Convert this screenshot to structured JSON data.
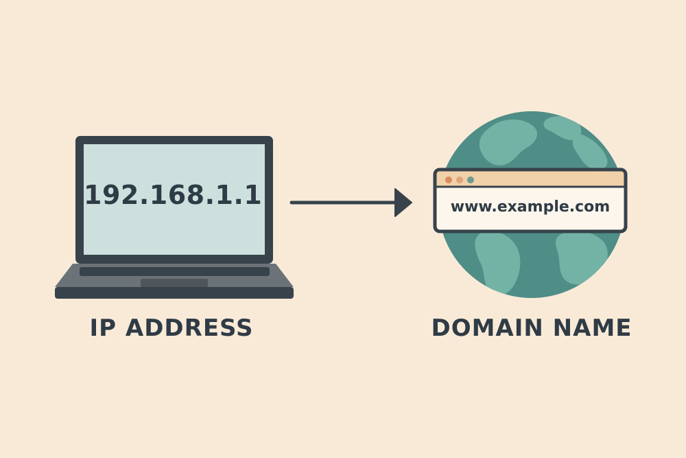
{
  "diagram": {
    "left_node": {
      "icon": "laptop-icon",
      "screen_text": "192.168.1.1",
      "caption": "IP ADDRESS"
    },
    "connector": {
      "icon": "arrow-right-icon",
      "direction": "left-to-right"
    },
    "right_node": {
      "icon": "globe-icon",
      "window_icon": "browser-window-icon",
      "url_text": "www.example.com",
      "caption": "DOMAIN NAME"
    }
  },
  "colors": {
    "background": "#f9ead8",
    "outline": "#37424b",
    "screen": "#cde0dd",
    "laptop_base": "#6b7378",
    "globe_ocean": "#4f8d87",
    "globe_land": "#73b3a6",
    "browser_bar": "#f0d1aa",
    "dot_1": "#d98a5f",
    "dot_2": "#e0a47a",
    "dot_3": "#6f9b8e"
  }
}
